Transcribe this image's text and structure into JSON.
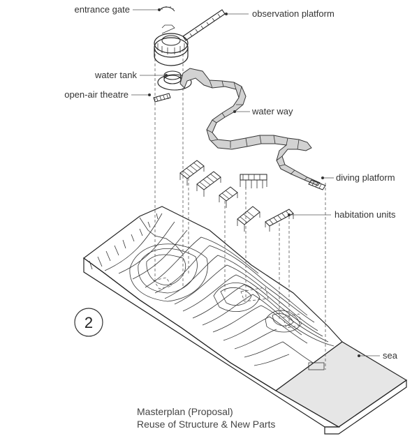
{
  "labels": {
    "entrance_gate": "entrance gate",
    "observation_platform": "observation platform",
    "water_tank": "water tank",
    "open_air_theatre": "open-air theatre",
    "water_way": "water way",
    "diving_platform": "diving platform",
    "habitation_units": "habitation units",
    "sea": "sea"
  },
  "badge": "2",
  "caption": {
    "line1": "Masterplan (Proposal)",
    "line2": "Reuse of Structure & New Parts"
  },
  "colors": {
    "sea": "#e6e6e6",
    "waterway": "#d2d2d2",
    "line": "#222222"
  }
}
